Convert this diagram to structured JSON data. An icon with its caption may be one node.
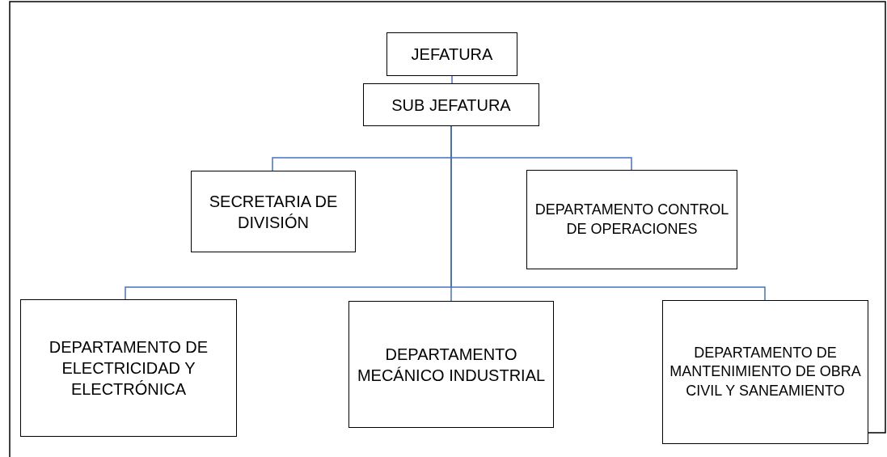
{
  "diagram": {
    "nodes": [
      {
        "text": [
          "JEFATURA"
        ]
      },
      {
        "text": [
          "SUB JEFATURA"
        ]
      },
      {
        "text": [
          "SECRETARIA DE DIVISIÓN"
        ]
      },
      {
        "text": [
          "DEPARTAMENTO CONTROL DE OPERACIONES"
        ]
      },
      {
        "text": [
          "DEPARTAMENTO DE ELECTRICIDAD Y ELECTRÓNICA"
        ]
      },
      {
        "text": [
          "DEPARTAMENTO MECÁNICO INDUSTRIAL"
        ]
      },
      {
        "text": [
          "DEPARTAMENTO DE MANTENIMIENTO DE OBRA CIVIL Y SANEAMIENTO"
        ]
      }
    ],
    "edges": [
      {
        "from": 0,
        "to": 1,
        "arrow": "none"
      },
      {
        "from": 1,
        "to": 2,
        "arrow": "none"
      },
      {
        "from": 1,
        "to": 3,
        "arrow": "none"
      },
      {
        "from": 1,
        "to": 4,
        "arrow": "none"
      },
      {
        "from": 1,
        "to": 5,
        "arrow": "none"
      },
      {
        "from": 1,
        "to": 6,
        "arrow": "none"
      }
    ]
  }
}
